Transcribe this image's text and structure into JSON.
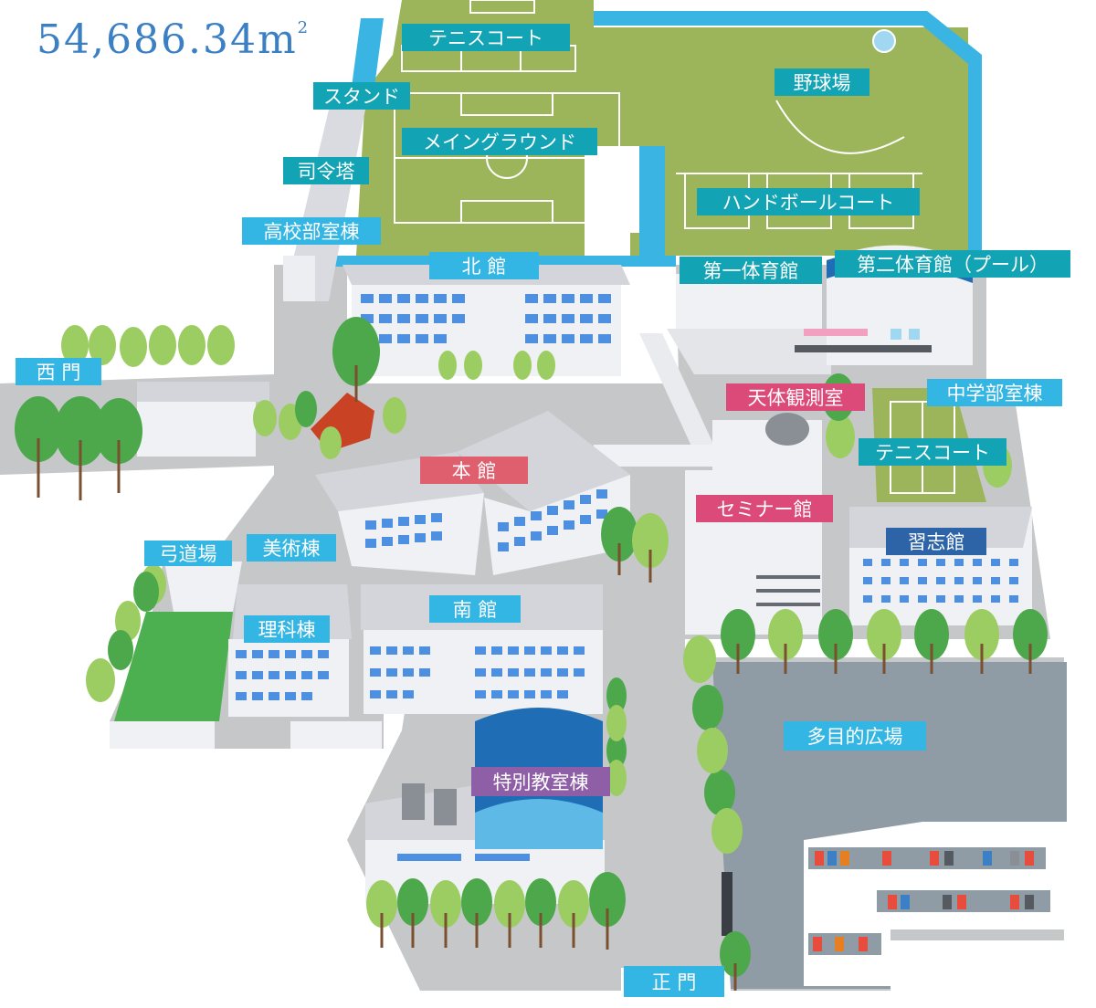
{
  "area": {
    "value": "54,686.34",
    "unit": "m",
    "sup": "2"
  },
  "labels": {
    "tennis_court_north": "テニスコート",
    "stand": "スタンド",
    "main_ground": "メイングラウンド",
    "baseball": "野球場",
    "command_tower": "司令塔",
    "handball_court": "ハンドボールコート",
    "hs_club_building": "高校部室棟",
    "north_hall": "北 館",
    "gym1": "第一体育館",
    "gym2": "第二体育館（プール）",
    "west_gate": "西 門",
    "observatory": "天体観測室",
    "jhs_club_building": "中学部室棟",
    "main_hall": "本 館",
    "tennis_court_east": "テニスコート",
    "seminar_hall": "セミナー館",
    "shushikan": "習志館",
    "kyudojo": "弓道場",
    "art_building": "美術棟",
    "science_building": "理科棟",
    "south_hall": "南 館",
    "multipurpose_plaza": "多目的広場",
    "special_classroom": "特別教室棟",
    "main_gate": "正 門"
  },
  "colors": {
    "field": "#9cb45a",
    "ground": "#c8c8ca",
    "water": "#3ab4e2",
    "tree": "#4ca84a",
    "tree_light": "#9ccd62",
    "trunk": "#7a5030",
    "wall": "#eff1f4",
    "window": "#4d8fe0",
    "roof": "#d5d7db",
    "plaza": "#8f9ba5",
    "label_teal": "#12a4b4",
    "label_sky": "#34b6e4",
    "label_pink": "#dc4a79",
    "label_violet": "#8e5fa6",
    "label_navy": "#2d64a8",
    "area_text": "#3b7fc4"
  }
}
